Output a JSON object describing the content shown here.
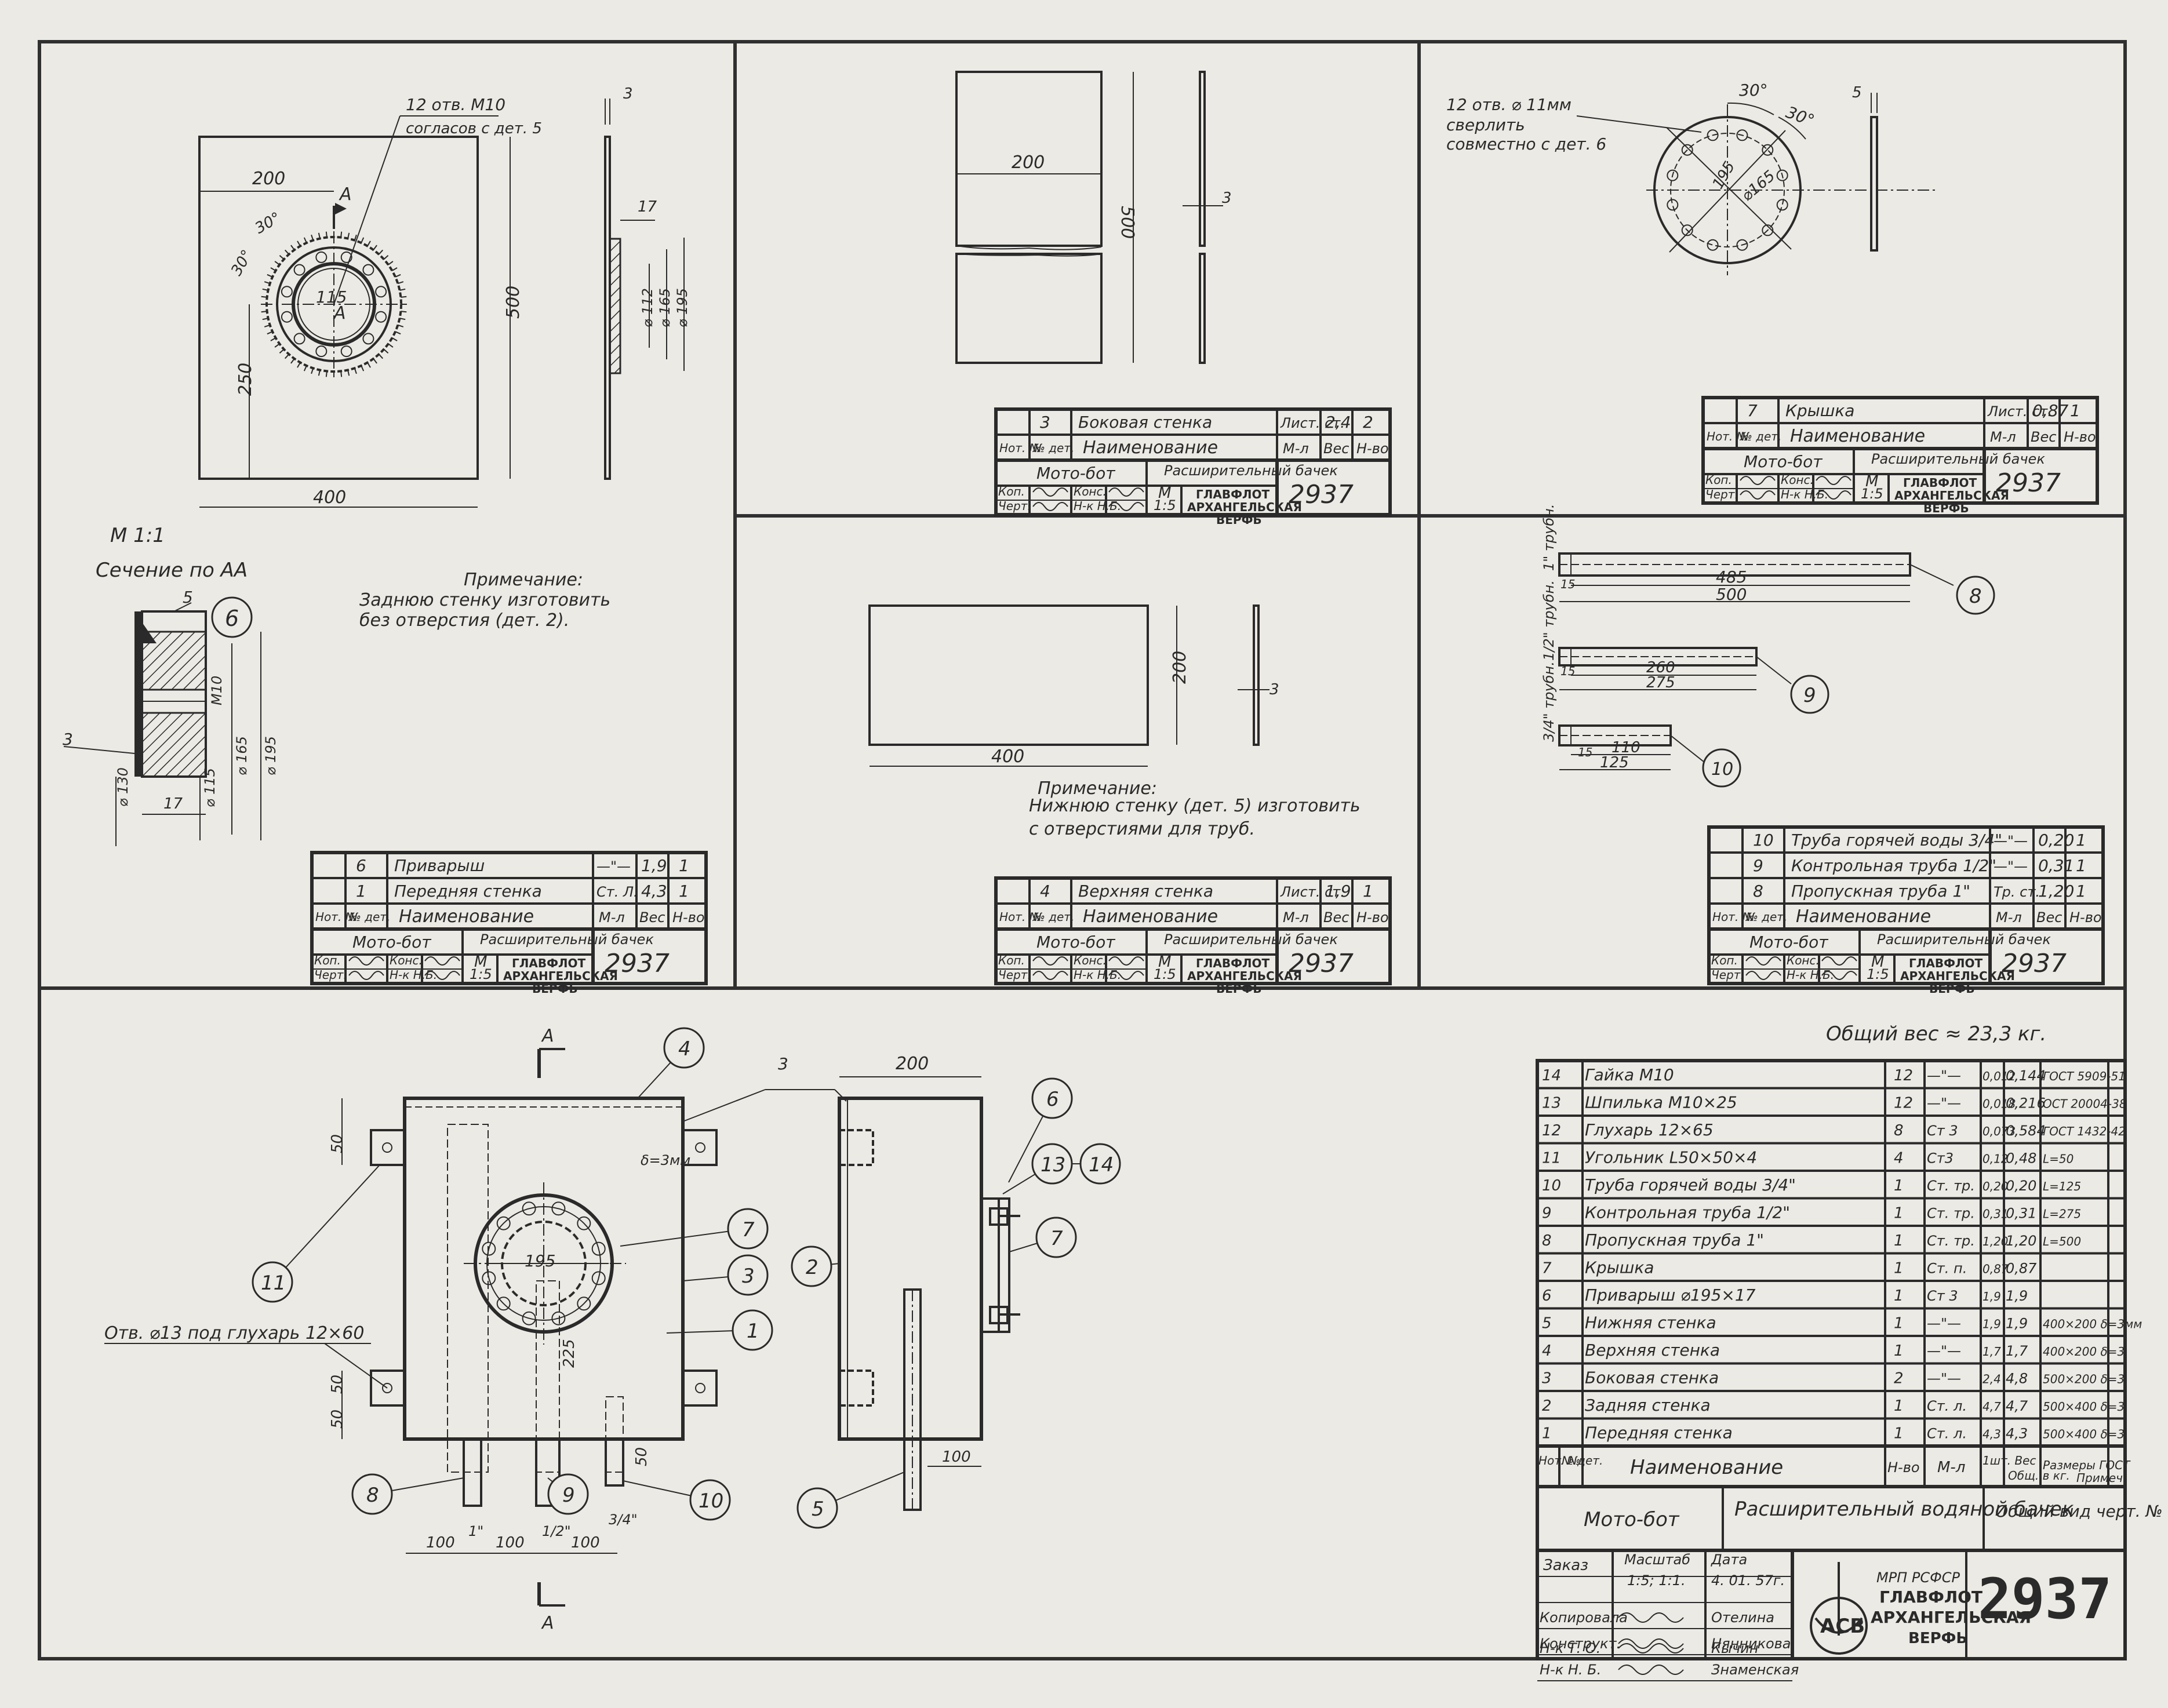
{
  "drawing_number": "2937",
  "common": {
    "moto_bot": "Мото-бот",
    "product": "Расширительный бачек",
    "org": "ГЛАВФЛОТ АРХАНГЕЛЬСКАЯ ВЕРФЬ",
    "org_l1": "ГЛАВФЛОТ",
    "org_l2": "АРХАНГЕЛЬСКАЯ",
    "org_l3": "ВЕРФЬ",
    "h_nom": "Нот. №",
    "h_det": "№ дет.",
    "h_name": "Наименование",
    "h_mat": "М-л",
    "h_wt": "Вес",
    "h_qty": "Н-во",
    "h_kop": "Коп.",
    "h_chert": "Черт.",
    "h_kons": "Конс.",
    "h_nk": "Н-к Н.Б.",
    "h_m": "М",
    "scale_15": "1:5",
    "h_list": "Лист. ст."
  },
  "panel1": {
    "note_holes": "12 отв. М10",
    "note_holes2": "согласов с дет. 5",
    "dim_200": "200",
    "dim_500": "500",
    "dim_250": "250",
    "dim_400": "400",
    "dim_3": "3",
    "dim_17": "17",
    "dim_d112": "⌀ 112",
    "dim_d165": "⌀ 165",
    "dim_d195": "⌀ 195",
    "dim_r115": "115",
    "ang_30a": "30°",
    "ang_30b": "30°",
    "sec_a": "А",
    "sec_a2": "А",
    "scale": "М 1:1",
    "section_title": "Сечение по АА",
    "sec_5": "5",
    "sec_bubble": "6",
    "sec_m10": "М10",
    "sec_d165": "⌀ 165",
    "sec_d195": "⌀ 195",
    "sec_3": "3",
    "sec_d130": "⌀ 130",
    "sec_d115": "⌀ 115",
    "sec_17": "17",
    "note_title": "Примечание:",
    "note_l1": "Заднюю стенку изготовить",
    "note_l2": "без отверстия (дет. 2).",
    "rows": [
      {
        "no": "6",
        "name": "Приварыш",
        "mat": "—\"—",
        "wt": "1,9",
        "qty": "1"
      },
      {
        "no": "1",
        "name": "Передняя стенка",
        "mat": "Ст. Л.",
        "wt": "4,3",
        "qty": "1"
      }
    ]
  },
  "panel2": {
    "dim_200": "200",
    "dim_500": "500",
    "dim_3": "3",
    "rows": [
      {
        "no": "3",
        "name": "Боковая стенка",
        "mat": "Лист. ст.",
        "wt": "2,4",
        "qty": "2"
      }
    ]
  },
  "panel3": {
    "note_l1": "12 отв. ⌀ 11мм",
    "note_l2": "сверлить",
    "note_l3": "совместно с дет. 6",
    "ang_30a": "30°",
    "ang_30b": "30°",
    "dim_195": "195",
    "dim_d165": "⌀165",
    "dim_5": "5",
    "rows": [
      {
        "no": "7",
        "name": "Крышка",
        "mat": "Лист. ст.",
        "wt": "0,87",
        "qty": "1"
      }
    ]
  },
  "panel4": {
    "dim_400": "400",
    "dim_200": "200",
    "dim_3": "3",
    "note_title": "Примечание:",
    "note_l1": "Нижнюю стенку (дет. 5) изготовить",
    "note_l2": "с отверстиями для труб.",
    "rows": [
      {
        "no": "4",
        "name": "Верхняя стенка",
        "mat": "Лист. ст.",
        "wt": "1,9",
        "qty": "1"
      }
    ]
  },
  "panel5": {
    "thr_1": "1\" трубн.",
    "thr_2": "1/2\" трубн.",
    "thr_3": "3/4\" трубн.",
    "p8_15": "15",
    "p8_485": "485",
    "p8_500": "500",
    "p9_15": "15",
    "p9_260": "260",
    "p9_275": "275",
    "p10_15": "15",
    "p10_110": "110",
    "p10_125": "125",
    "b8": "8",
    "b9": "9",
    "b10": "10",
    "rows": [
      {
        "no": "10",
        "name": "Труба горячей воды 3/4\"",
        "mat": "—\"—",
        "wt": "0,20",
        "qty": "1"
      },
      {
        "no": "9",
        "name": "Контрольная труба 1/2\"",
        "mat": "—\"—",
        "wt": "0,31",
        "qty": "1"
      },
      {
        "no": "8",
        "name": "Пропускная труба 1\"",
        "mat": "Тр. ст.",
        "wt": "1,20",
        "qty": "1"
      }
    ]
  },
  "assembly": {
    "sec_a_top": "А",
    "sec_a_bot": "А",
    "delta": "δ=3мм",
    "dim_50a": "50",
    "dim_50b": "50",
    "dim_50c": "50",
    "dim_195": "195",
    "dim_225": "225",
    "dim_100a": "100",
    "dim_100b": "100",
    "dim_100c": "100",
    "dim_200": "200",
    "dim_3": "3",
    "dim_50d": "50",
    "thr_1": "1\"",
    "thr_2": "1/2\"",
    "thr_3": "3/4\"",
    "hole_note": "Отв. ⌀13 под глухарь 12×60",
    "bubbles": [
      "4",
      "3",
      "6",
      "13",
      "14",
      "7",
      "7",
      "3",
      "2",
      "1",
      "11",
      "8",
      "9",
      "10",
      "5"
    ]
  },
  "bom": {
    "total_weight": "Общий вес ≈ 23,3 кг.",
    "rows": [
      {
        "no": "14",
        "name": "Гайка М10",
        "qty": "12",
        "mat": "—\"—",
        "w1": "0,012",
        "w2": "0,144",
        "size": "ГОСТ 5909-51"
      },
      {
        "no": "13",
        "name": "Шпилька М10×25",
        "qty": "12",
        "mat": "—\"—",
        "w1": "0,018",
        "w2": "0,216",
        "size": "ОСТ 20004-38"
      },
      {
        "no": "12",
        "name": "Глухарь 12×65",
        "qty": "8",
        "mat": "Ст 3",
        "w1": "0,073",
        "w2": "0,584",
        "size": "ГОСТ 1432-42"
      },
      {
        "no": "11",
        "name": "Угольник L50×50×4",
        "qty": "4",
        "mat": "Ст3",
        "w1": "0,12",
        "w2": "0,48",
        "size": "L=50"
      },
      {
        "no": "10",
        "name": "Труба горячей воды 3/4\"",
        "qty": "1",
        "mat": "Ст. тр.",
        "w1": "0,20",
        "w2": "0,20",
        "size": "L=125"
      },
      {
        "no": "9",
        "name": "Контрольная труба 1/2\"",
        "qty": "1",
        "mat": "Ст. тр.",
        "w1": "0,31",
        "w2": "0,31",
        "size": "L=275"
      },
      {
        "no": "8",
        "name": "Пропускная труба 1\"",
        "qty": "1",
        "mat": "Ст. тр.",
        "w1": "1,20",
        "w2": "1,20",
        "size": "L=500"
      },
      {
        "no": "7",
        "name": "Крышка",
        "qty": "1",
        "mat": "Ст. п.",
        "w1": "0,87",
        "w2": "0,87",
        "size": ""
      },
      {
        "no": "6",
        "name": "Приварыш ⌀195×17",
        "qty": "1",
        "mat": "Ст 3",
        "w1": "1,9",
        "w2": "1,9",
        "size": ""
      },
      {
        "no": "5",
        "name": "Нижняя стенка",
        "qty": "1",
        "mat": "—\"—",
        "w1": "1,9",
        "w2": "1,9",
        "size": "400×200 δ=3мм"
      },
      {
        "no": "4",
        "name": "Верхняя стенка",
        "qty": "1",
        "mat": "—\"—",
        "w1": "1,7",
        "w2": "1,7",
        "size": "400×200 δ=3"
      },
      {
        "no": "3",
        "name": "Боковая стенка",
        "qty": "2",
        "mat": "—\"—",
        "w1": "2,4",
        "w2": "4,8",
        "size": "500×200 δ=3"
      },
      {
        "no": "2",
        "name": "Задняя стенка",
        "qty": "1",
        "mat": "Ст. л.",
        "w1": "4,7",
        "w2": "4,7",
        "size": "500×400 δ=3"
      },
      {
        "no": "1",
        "name": "Передняя стенка",
        "qty": "1",
        "mat": "Ст. л.",
        "w1": "4,3",
        "w2": "4,3",
        "size": "500×400 δ=3"
      }
    ],
    "h_nom": "Нот. №",
    "h_det": "№ дет.",
    "h_name": "Наименование",
    "h_qty": "Н-во",
    "h_mat": "М-л",
    "h_w1": "1шт. Вес",
    "h_w2": "Общ. в кг.",
    "h_size": "Размеры ГОСТ",
    "h_note": "Примеч.",
    "title_moto": "Мото-бот",
    "title_product": "Расширительный водяной бачек",
    "title_view": "Общий вид черт. №",
    "zakaz": "Заказ",
    "masshtab": "Масштаб",
    "masshtab_val": "1:5; 1:1.",
    "data_lbl": "Дата",
    "data_val": "4. 01. 57г.",
    "kopiroval": "Копировала",
    "kopiroval_name": "Отелина",
    "konstrukt": "Конструкт.",
    "konstrukt_name": "Нянникова",
    "nk_nb": "Н-к Н. Б.",
    "nk_nb_name": "Знаменская",
    "nk_to": "Н-к Т. О.",
    "nk_to_name": "Кычин",
    "org_top": "МРП РСФСР",
    "org_l1": "ГЛАВФЛОТ",
    "org_l2": "АРХАНГЕЛЬСКАЯ",
    "org_l3": "ВЕРФЬ",
    "logo": "АСВ",
    "number": "2937"
  }
}
